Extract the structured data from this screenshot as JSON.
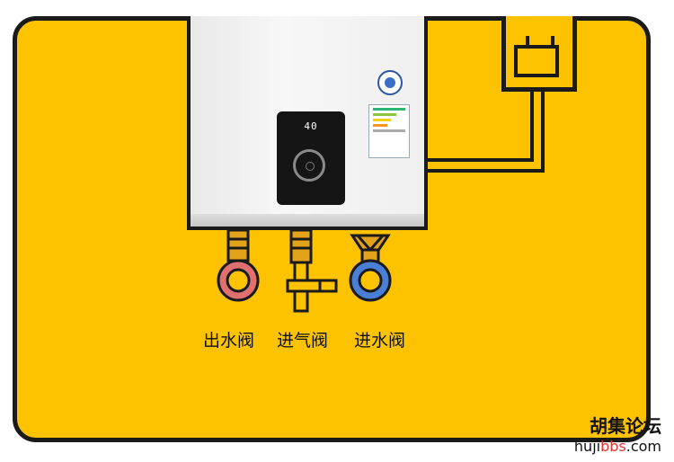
{
  "valve_labels": {
    "outlet": "出水阀",
    "gas_inlet": "进气阀",
    "water_inlet": "进水阀"
  },
  "display": {
    "readout": "40"
  },
  "watermark": {
    "title": "胡集论坛",
    "url_prefix": "huji",
    "url_highlight": "bbs",
    "url_suffix": ".com"
  },
  "colors": {
    "background": "#fdc301",
    "outline": "#1a1a1a",
    "hot_water": "#e07070",
    "cold_water": "#4a7fd8",
    "watermark_highlight": "#e3342f"
  }
}
